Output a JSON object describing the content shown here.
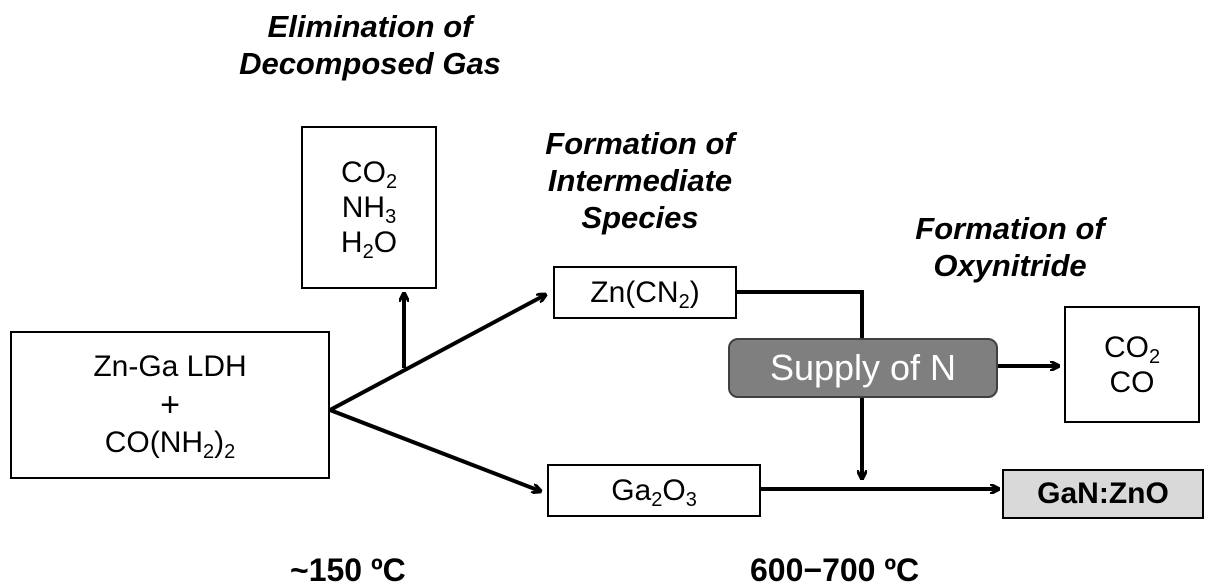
{
  "headings": {
    "elimination": [
      "Elimination of",
      "Decomposed Gas"
    ],
    "intermediate": [
      "Formation of",
      "Intermediate",
      "Species"
    ],
    "oxynitride": [
      "Formation of",
      "Oxynitride"
    ]
  },
  "boxes": {
    "gas": [
      {
        "base": "CO",
        "sub": "2",
        "tail": ""
      },
      {
        "base": "NH",
        "sub": "3",
        "tail": ""
      },
      {
        "base": "H",
        "sub": "2",
        "tail": "O"
      }
    ],
    "reactant": {
      "line1": "Zn-Ga LDH",
      "plus": "+",
      "urea": {
        "base": "CO(NH",
        "sub": "2",
        "tail": ")",
        "sub2": "2"
      }
    },
    "zn_cn2": {
      "base": "Zn(CN",
      "sub": "2",
      "tail": ")"
    },
    "ga2o3": {
      "a": "Ga",
      "sub1": "2",
      "b": "O",
      "sub2": "3"
    },
    "byproduct": [
      {
        "base": "CO",
        "sub": "2"
      },
      {
        "base": "CO",
        "sub": ""
      }
    ]
  },
  "supply_label": "Supply of N",
  "product_label": "GaN:ZnO",
  "temperatures": {
    "low": "~150 ºC",
    "high": "600−700 ºC"
  },
  "colors": {
    "supply_fill": "#7f7f7f",
    "product_fill": "#d9d9d9",
    "line": "#000000"
  }
}
